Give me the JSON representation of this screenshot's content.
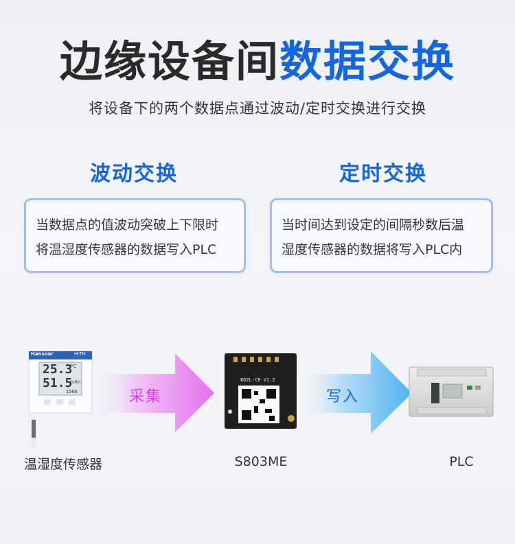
{
  "title": {
    "part1": "边缘设备间",
    "part2": "数据交换"
  },
  "subtitle": "将设备下的两个数据点通过波动/定时交换进行交换",
  "modes": [
    {
      "title": "波动交换",
      "line1": "当数据点的值波动突破上下限时",
      "line2": "将温湿度传感器的数据写入PLC"
    },
    {
      "title": "定时交换",
      "line1": "当时间达到设定的间隔秒数后温",
      "line2": "湿度传感器的数据将写入PLC内"
    }
  ],
  "flow": {
    "arrow1": "采集",
    "arrow2": "写入",
    "devices": [
      {
        "label": "温湿度传感器"
      },
      {
        "label": "S803ME"
      },
      {
        "label": "PLC"
      }
    ]
  },
  "sensor": {
    "brand": "Hansoar",
    "model": "H-TH",
    "temp": "25.3",
    "temp_unit": "°C",
    "hum": "51.5",
    "hum_unit": "%RH",
    "reading": "1500"
  },
  "module": {
    "silk": "BDZL-C8 V1.2"
  },
  "colors": {
    "accent": "#1565e0",
    "dark": "#2a2a2a",
    "arrow1": "#d63fe0",
    "arrow2": "#1565e0"
  }
}
